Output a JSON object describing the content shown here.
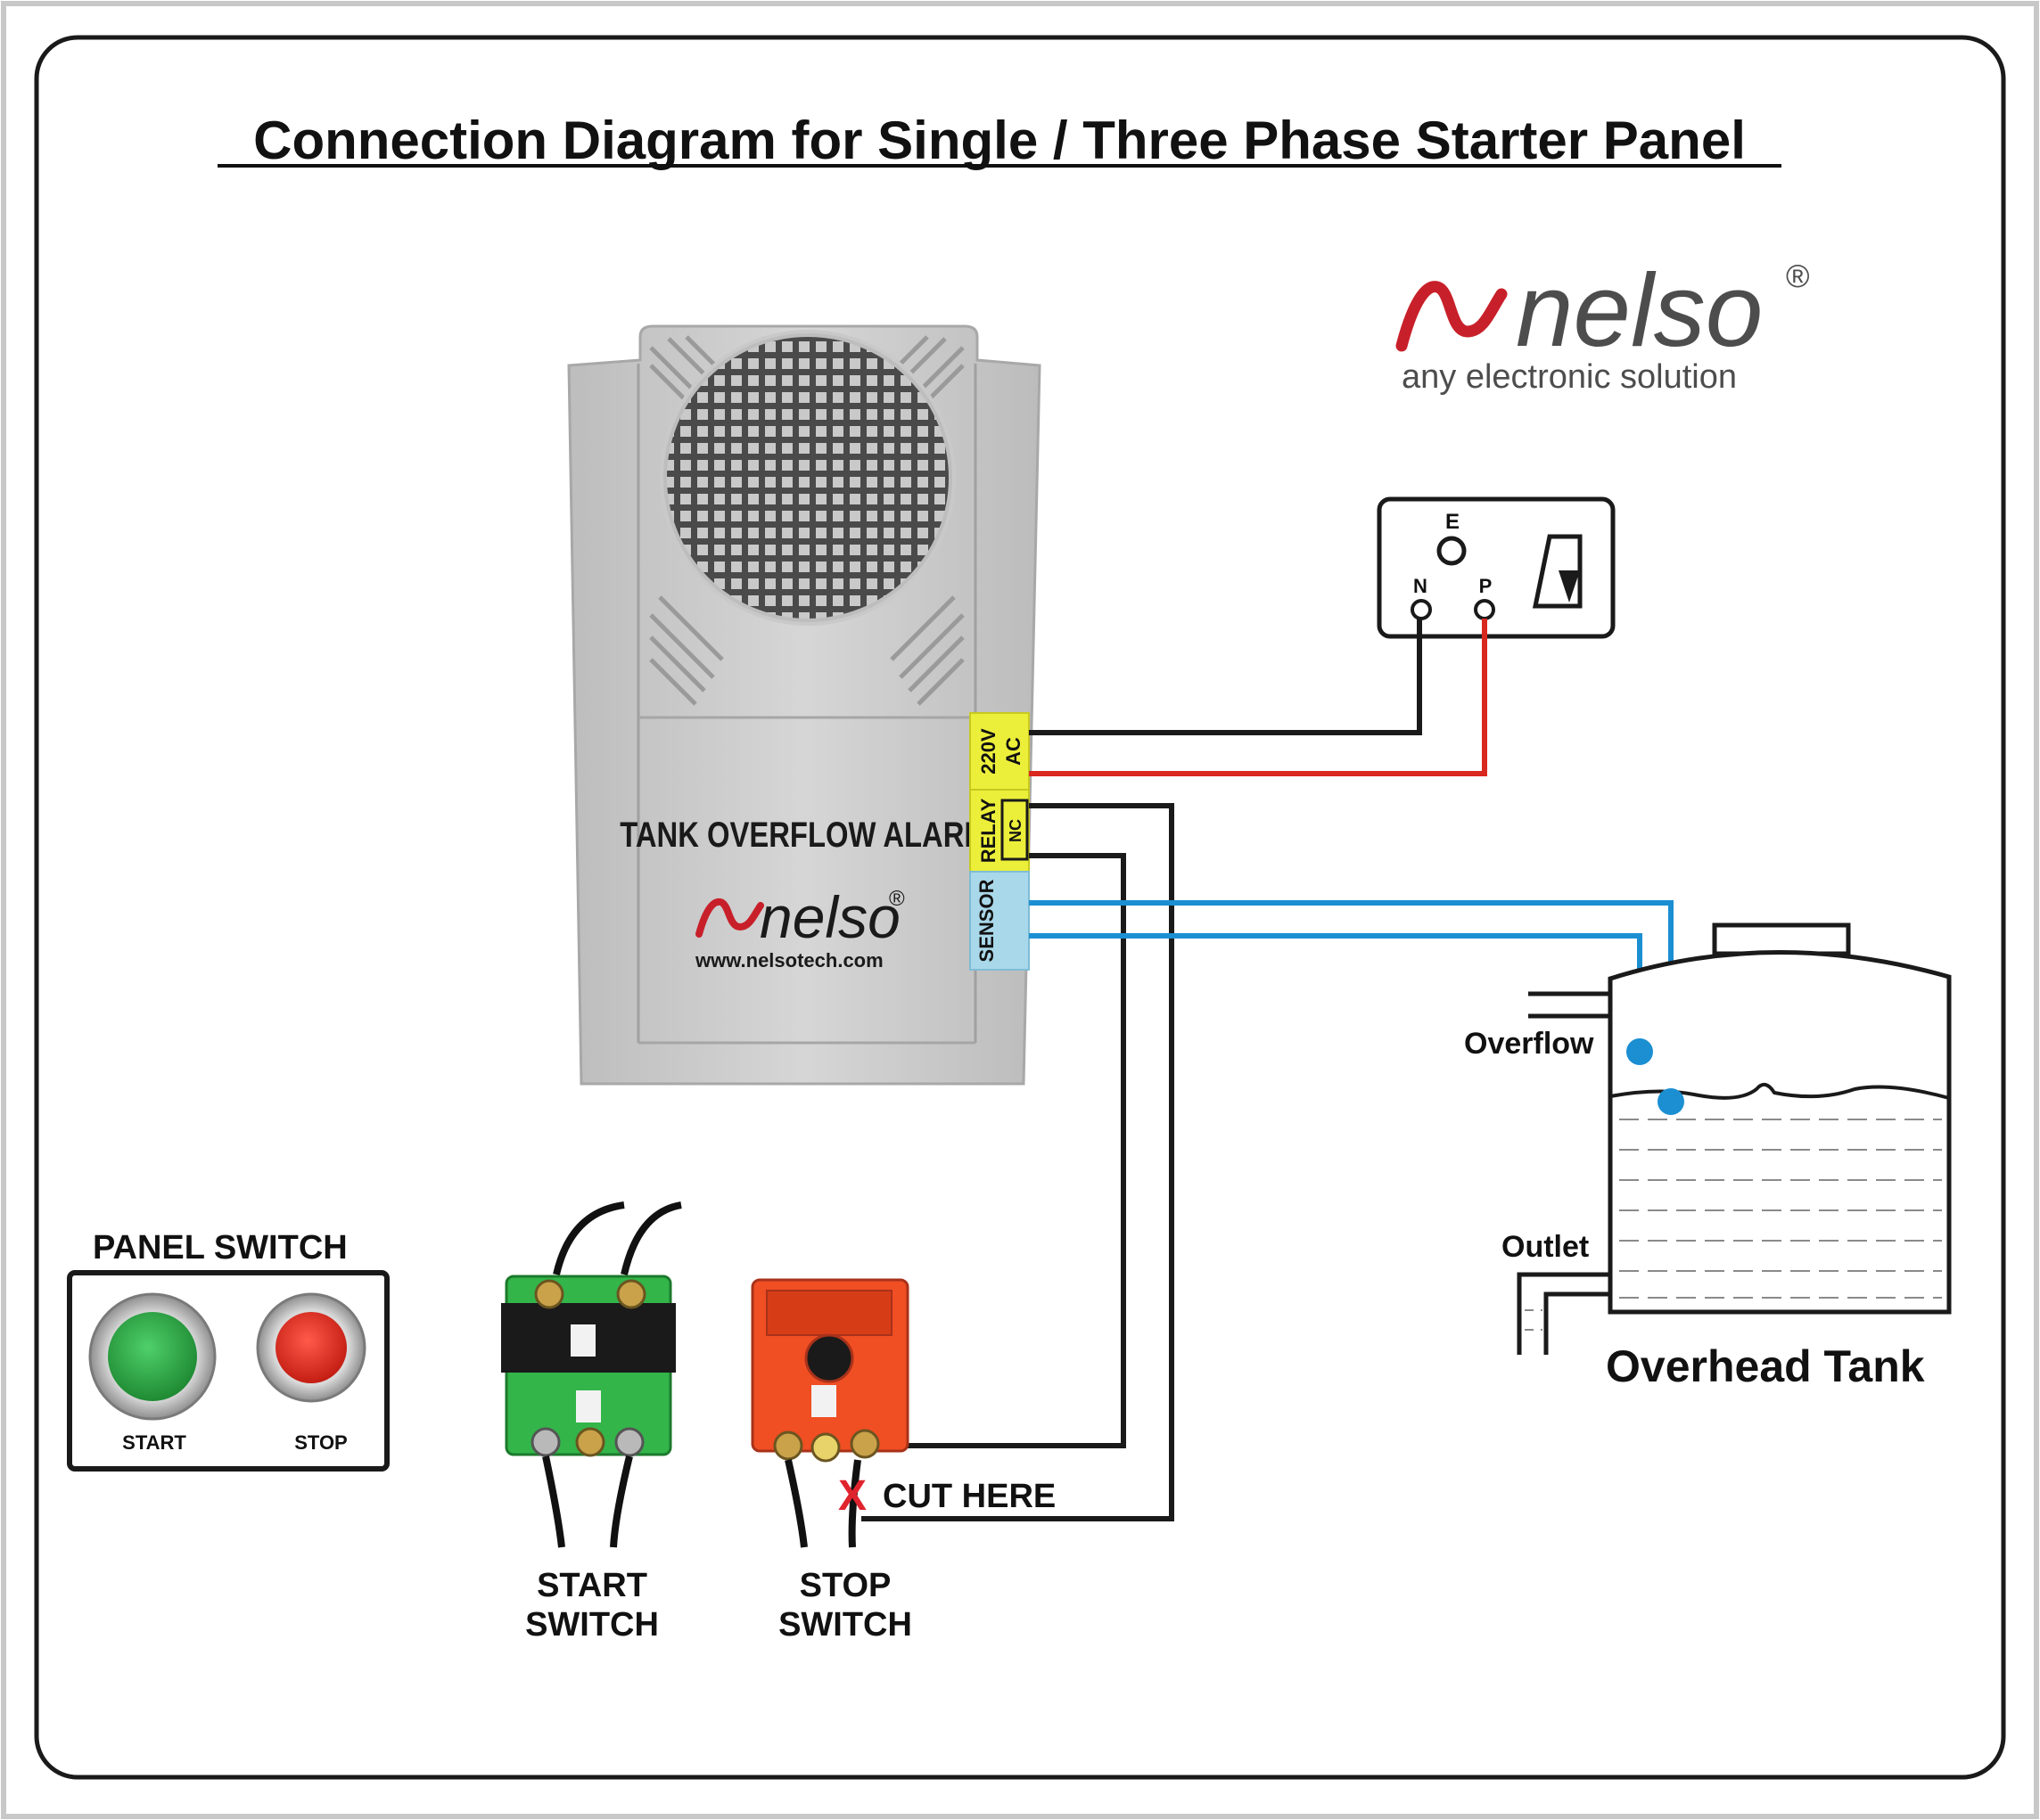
{
  "title": "Connection Diagram for Single / Three Phase Starter Panel",
  "brand": {
    "name": "nelso",
    "registered": "®",
    "tagline": "any electronic solution"
  },
  "device": {
    "label": "TANK OVERFLOW ALARM",
    "brand": "nelso",
    "registered": "®",
    "url": "www.nelsotech.com",
    "terminals": {
      "power_line1": "220V",
      "power_line2": "AC",
      "relay": "RELAY",
      "relay_nc": "NC",
      "sensor": "SENSOR"
    }
  },
  "socket": {
    "earth": "E",
    "neutral": "N",
    "phase": "P"
  },
  "tank": {
    "overflow": "Overflow",
    "outlet": "Outlet",
    "name": "Overhead Tank"
  },
  "panel_switch": {
    "title": "PANEL SWITCH",
    "start": "START",
    "stop": "STOP"
  },
  "switches": {
    "start_line1": "START",
    "start_line2": "SWITCH",
    "stop_line1": "STOP",
    "stop_line2": "SWITCH",
    "cut_mark": "X",
    "cut_here": "CUT HERE"
  },
  "colors": {
    "wire_black": "#1a1a1a",
    "wire_red": "#d8281f",
    "wire_blue": "#1b8fd2",
    "terminal_yellow": "#ecef3a",
    "terminal_blue": "#a9d8ea",
    "brand_red": "#c8202a",
    "brand_gray": "#4d4d4d",
    "switch_green": "#33b54a",
    "switch_red": "#f04e23"
  }
}
